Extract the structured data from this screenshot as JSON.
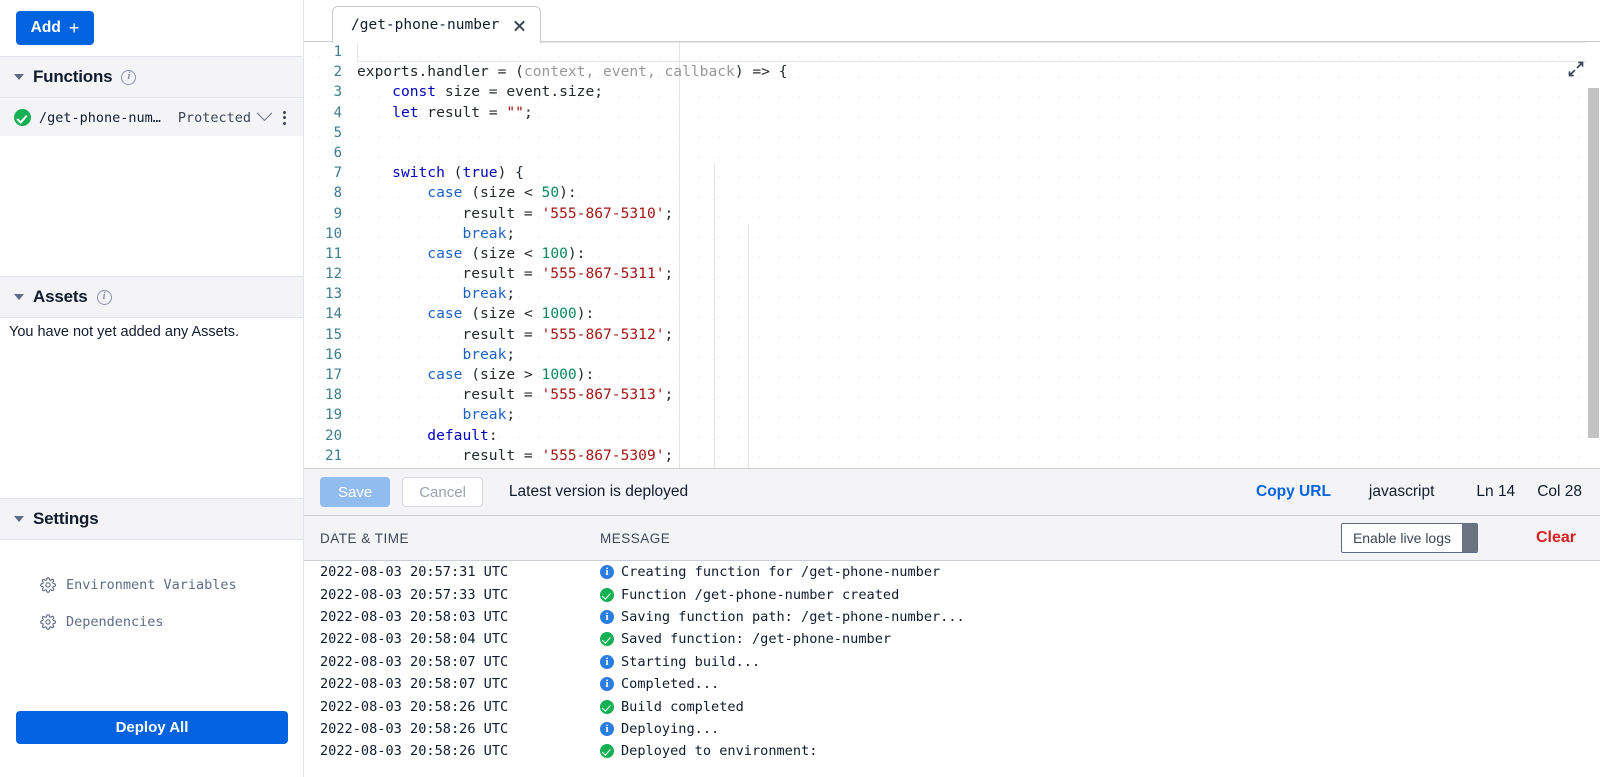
{
  "sidebar": {
    "add_button": "Add",
    "add_icon": "plus-icon",
    "functions": {
      "title": "Functions",
      "info_icon": "info-icon",
      "items": [
        {
          "name": "/get-phone-num…",
          "visibility": "Protected",
          "status_icon": "check-circle-icon"
        }
      ]
    },
    "assets": {
      "title": "Assets",
      "info_icon": "info-icon",
      "empty_text": "You have not yet added any Assets."
    },
    "settings": {
      "title": "Settings",
      "items": [
        {
          "label": "Environment Variables",
          "icon": "gear-icon"
        },
        {
          "label": "Dependencies",
          "icon": "gear-icon"
        }
      ]
    },
    "deploy_all": "Deploy All"
  },
  "editor": {
    "tab": {
      "label": "/get-phone-number",
      "close_icon": "close-icon"
    },
    "expand_icon": "expand-fullscreen-icon",
    "lines": [
      {
        "n": "1",
        "tokens": []
      },
      {
        "n": "2",
        "tokens": [
          {
            "t": "exports.handler = (",
            "c": "pl"
          },
          {
            "t": "context, event, callback",
            "c": "param"
          },
          {
            "t": ") => {",
            "c": "pl"
          }
        ]
      },
      {
        "n": "3",
        "tokens": [
          {
            "t": "    ",
            "c": "pl"
          },
          {
            "t": "const",
            "c": "kw"
          },
          {
            "t": " size = event.size;",
            "c": "pl"
          }
        ]
      },
      {
        "n": "4",
        "tokens": [
          {
            "t": "    ",
            "c": "pl"
          },
          {
            "t": "let",
            "c": "kw"
          },
          {
            "t": " result = ",
            "c": "pl"
          },
          {
            "t": "\"\"",
            "c": "str"
          },
          {
            "t": ";",
            "c": "pl"
          }
        ]
      },
      {
        "n": "5",
        "tokens": []
      },
      {
        "n": "6",
        "tokens": []
      },
      {
        "n": "7",
        "tokens": [
          {
            "t": "    ",
            "c": "pl"
          },
          {
            "t": "switch",
            "c": "kw"
          },
          {
            "t": " (",
            "c": "pl"
          },
          {
            "t": "true",
            "c": "kw"
          },
          {
            "t": ") {",
            "c": "pl"
          }
        ]
      },
      {
        "n": "8",
        "tokens": [
          {
            "t": "        ",
            "c": "pl"
          },
          {
            "t": "case",
            "c": "kw2"
          },
          {
            "t": " (size < ",
            "c": "pl"
          },
          {
            "t": "50",
            "c": "num"
          },
          {
            "t": "):",
            "c": "pl"
          }
        ]
      },
      {
        "n": "9",
        "tokens": [
          {
            "t": "            result = ",
            "c": "pl"
          },
          {
            "t": "'555-867-5310'",
            "c": "str"
          },
          {
            "t": ";",
            "c": "pl"
          }
        ]
      },
      {
        "n": "10",
        "tokens": [
          {
            "t": "            ",
            "c": "pl"
          },
          {
            "t": "break",
            "c": "kw2"
          },
          {
            "t": ";",
            "c": "pl"
          }
        ]
      },
      {
        "n": "11",
        "tokens": [
          {
            "t": "        ",
            "c": "pl"
          },
          {
            "t": "case",
            "c": "kw2"
          },
          {
            "t": " (size < ",
            "c": "pl"
          },
          {
            "t": "100",
            "c": "num"
          },
          {
            "t": "):",
            "c": "pl"
          }
        ]
      },
      {
        "n": "12",
        "tokens": [
          {
            "t": "            result = ",
            "c": "pl"
          },
          {
            "t": "'555-867-5311'",
            "c": "str"
          },
          {
            "t": ";",
            "c": "pl"
          }
        ]
      },
      {
        "n": "13",
        "tokens": [
          {
            "t": "            ",
            "c": "pl"
          },
          {
            "t": "break",
            "c": "kw2"
          },
          {
            "t": ";",
            "c": "pl"
          }
        ]
      },
      {
        "n": "14",
        "tokens": [
          {
            "t": "        ",
            "c": "pl"
          },
          {
            "t": "case",
            "c": "kw2"
          },
          {
            "t": " (size < ",
            "c": "pl"
          },
          {
            "t": "1000",
            "c": "num"
          },
          {
            "t": "):",
            "c": "pl"
          }
        ]
      },
      {
        "n": "15",
        "tokens": [
          {
            "t": "            result = ",
            "c": "pl"
          },
          {
            "t": "'555-867-5312'",
            "c": "str"
          },
          {
            "t": ";",
            "c": "pl"
          }
        ]
      },
      {
        "n": "16",
        "tokens": [
          {
            "t": "            ",
            "c": "pl"
          },
          {
            "t": "break",
            "c": "kw2"
          },
          {
            "t": ";",
            "c": "pl"
          }
        ]
      },
      {
        "n": "17",
        "tokens": [
          {
            "t": "        ",
            "c": "pl"
          },
          {
            "t": "case",
            "c": "kw2"
          },
          {
            "t": " (size > ",
            "c": "pl"
          },
          {
            "t": "1000",
            "c": "num"
          },
          {
            "t": "):",
            "c": "pl"
          }
        ]
      },
      {
        "n": "18",
        "tokens": [
          {
            "t": "            result = ",
            "c": "pl"
          },
          {
            "t": "'555-867-5313'",
            "c": "str"
          },
          {
            "t": ";",
            "c": "pl"
          }
        ]
      },
      {
        "n": "19",
        "tokens": [
          {
            "t": "            ",
            "c": "pl"
          },
          {
            "t": "break",
            "c": "kw2"
          },
          {
            "t": ";",
            "c": "pl"
          }
        ]
      },
      {
        "n": "20",
        "tokens": [
          {
            "t": "        ",
            "c": "pl"
          },
          {
            "t": "default",
            "c": "kw"
          },
          {
            "t": ":",
            "c": "pl"
          }
        ]
      },
      {
        "n": "21",
        "tokens": [
          {
            "t": "            result = ",
            "c": "pl"
          },
          {
            "t": "'555-867-5309'",
            "c": "str"
          },
          {
            "t": ";",
            "c": "pl"
          }
        ]
      }
    ]
  },
  "savebar": {
    "save_label": "Save",
    "cancel_label": "Cancel",
    "status": "Latest version is deployed",
    "copy_url": "Copy URL",
    "language": "javascript",
    "line": "Ln 14",
    "column": "Col 28"
  },
  "logs": {
    "col_date": "DATE & TIME",
    "col_message": "MESSAGE",
    "live_logs_label": "Enable live logs",
    "clear_label": "Clear",
    "entries": [
      {
        "ts": "2022-08-03 20:57:31 UTC",
        "level": "info",
        "msg": "Creating function for /get-phone-number"
      },
      {
        "ts": "2022-08-03 20:57:33 UTC",
        "level": "ok",
        "msg": "Function /get-phone-number created"
      },
      {
        "ts": "2022-08-03 20:58:03 UTC",
        "level": "info",
        "msg": "Saving function path: /get-phone-number..."
      },
      {
        "ts": "2022-08-03 20:58:04 UTC",
        "level": "ok",
        "msg": "Saved function: /get-phone-number"
      },
      {
        "ts": "2022-08-03 20:58:07 UTC",
        "level": "info",
        "msg": "Starting build..."
      },
      {
        "ts": "2022-08-03 20:58:07 UTC",
        "level": "info",
        "msg": "Completed..."
      },
      {
        "ts": "2022-08-03 20:58:26 UTC",
        "level": "ok",
        "msg": "Build completed"
      },
      {
        "ts": "2022-08-03 20:58:26 UTC",
        "level": "info",
        "msg": "Deploying..."
      },
      {
        "ts": "2022-08-03 20:58:26 UTC",
        "level": "ok",
        "msg": "Deployed to environment:",
        "redacted": true
      }
    ]
  },
  "colors": {
    "brand_blue": "#0263e0",
    "success_green": "#14b053",
    "info_blue": "#2a7de1",
    "danger_red": "#d61f1f",
    "panel_gray": "#f4f4f6"
  }
}
